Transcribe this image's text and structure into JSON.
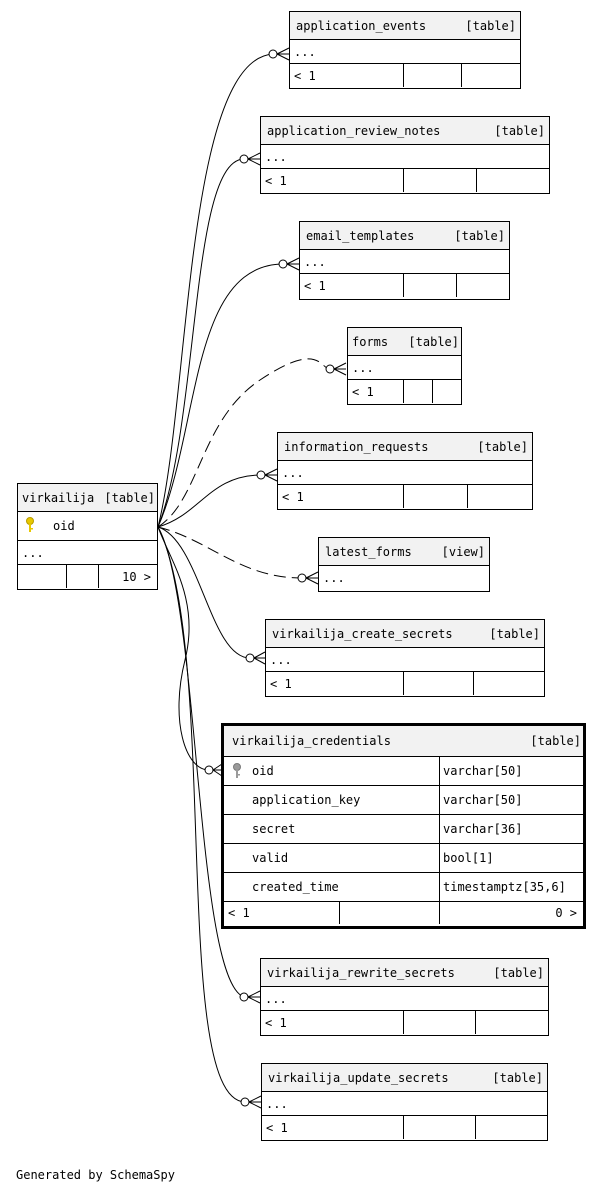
{
  "footer": "Generated by SchemaSpy",
  "central_table": {
    "name": "virkailija",
    "type": "[table]",
    "key_column": "oid",
    "more_columns": "...",
    "child_count": "10 >"
  },
  "focus_table": {
    "name": "virkailija_credentials",
    "type": "[table]",
    "columns": [
      {
        "name": "oid",
        "type": "varchar[50]",
        "primary_key": true
      },
      {
        "name": "application_key",
        "type": "varchar[50]"
      },
      {
        "name": "secret",
        "type": "varchar[36]"
      },
      {
        "name": "valid",
        "type": "bool[1]"
      },
      {
        "name": "created_time",
        "type": "timestamptz[35,6]"
      }
    ],
    "parent_count": "< 1",
    "child_count": "0 >"
  },
  "related_tables": [
    {
      "name": "application_events",
      "type": "[table]",
      "more": "...",
      "parent_count": "< 1"
    },
    {
      "name": "application_review_notes",
      "type": "[table]",
      "more": "...",
      "parent_count": "< 1"
    },
    {
      "name": "email_templates",
      "type": "[table]",
      "more": "...",
      "parent_count": "< 1"
    },
    {
      "name": "forms",
      "type": "[table]",
      "more": "...",
      "parent_count": "< 1"
    },
    {
      "name": "information_requests",
      "type": "[table]",
      "more": "...",
      "parent_count": "< 1"
    },
    {
      "name": "latest_forms",
      "type": "[view]",
      "more": "..."
    },
    {
      "name": "virkailija_create_secrets",
      "type": "[table]",
      "more": "...",
      "parent_count": "< 1"
    },
    {
      "name": "virkailija_rewrite_secrets",
      "type": "[table]",
      "more": "...",
      "parent_count": "< 1"
    },
    {
      "name": "virkailija_update_secrets",
      "type": "[table]",
      "more": "...",
      "parent_count": "< 1"
    }
  ],
  "colors": {
    "key_primary": "#e8c800",
    "key_secondary": "#9a9a9a",
    "header_bg": "#f2f2f2"
  }
}
